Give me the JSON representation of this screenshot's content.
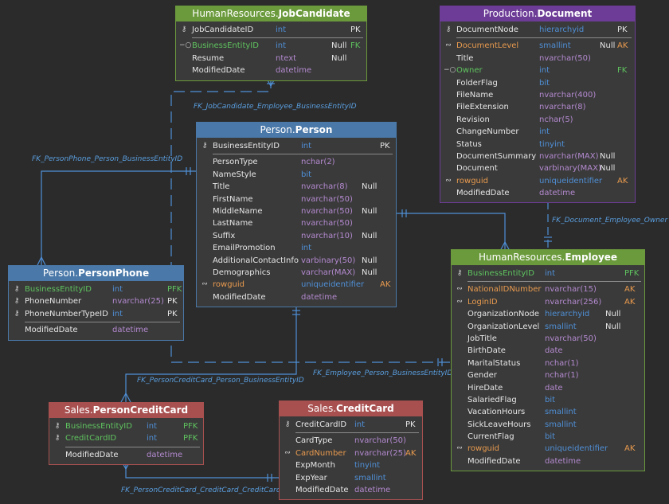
{
  "colors": {
    "hr_header": "#6b9a3c",
    "person_header": "#4a78a8",
    "production_header": "#6c3c96",
    "sales_header": "#a85050",
    "relationship_line": "#4f8fd6",
    "pk_text": "#e6e6e6",
    "fk_text": "#5fc35f",
    "ak_text": "#e89a4e"
  },
  "tables": [
    {
      "id": "jobcandidate",
      "schema": "HumanResources.",
      "name": "JobCandidate",
      "color": "#6b9a3c",
      "pk": [
        {
          "name": "JobCandidateID",
          "type": "int",
          "null": "",
          "key": "PK",
          "kind": "pk"
        }
      ],
      "cols": [
        {
          "name": "BusinessEntityID",
          "type": "int",
          "null": "Null",
          "key": "FK",
          "kind": "fk"
        },
        {
          "name": "Resume",
          "type": "ntext",
          "null": "Null",
          "key": "",
          "kind": ""
        },
        {
          "name": "ModifiedDate",
          "type": "datetime",
          "null": "",
          "key": "",
          "kind": ""
        }
      ]
    },
    {
      "id": "document",
      "schema": "Production.",
      "name": "Document",
      "color": "#6c3c96",
      "pk": [
        {
          "name": "DocumentNode",
          "type": "hierarchyid",
          "null": "",
          "key": "PK",
          "kind": "pk"
        }
      ],
      "cols": [
        {
          "name": "DocumentLevel",
          "type": "smallint",
          "null": "Null",
          "key": "AK",
          "kind": "ak"
        },
        {
          "name": "Title",
          "type": "nvarchar(50)",
          "null": "",
          "key": "",
          "kind": ""
        },
        {
          "name": "Owner",
          "type": "int",
          "null": "",
          "key": "FK",
          "kind": "fk"
        },
        {
          "name": "FolderFlag",
          "type": "bit",
          "null": "",
          "key": "",
          "kind": ""
        },
        {
          "name": "FileName",
          "type": "nvarchar(400)",
          "null": "",
          "key": "",
          "kind": ""
        },
        {
          "name": "FileExtension",
          "type": "nvarchar(8)",
          "null": "",
          "key": "",
          "kind": ""
        },
        {
          "name": "Revision",
          "type": "nchar(5)",
          "null": "",
          "key": "",
          "kind": ""
        },
        {
          "name": "ChangeNumber",
          "type": "int",
          "null": "",
          "key": "",
          "kind": ""
        },
        {
          "name": "Status",
          "type": "tinyint",
          "null": "",
          "key": "",
          "kind": ""
        },
        {
          "name": "DocumentSummary",
          "type": "nvarchar(MAX)",
          "null": "Null",
          "key": "",
          "kind": ""
        },
        {
          "name": "Document",
          "type": "varbinary(MAX)",
          "null": "Null",
          "key": "",
          "kind": ""
        },
        {
          "name": "rowguid",
          "type": "uniqueidentifier",
          "null": "",
          "key": "AK",
          "kind": "ak"
        },
        {
          "name": "ModifiedDate",
          "type": "datetime",
          "null": "",
          "key": "",
          "kind": ""
        }
      ]
    },
    {
      "id": "person",
      "schema": "Person.",
      "name": "Person",
      "color": "#4a78a8",
      "pk": [
        {
          "name": "BusinessEntityID",
          "type": "int",
          "null": "",
          "key": "PK",
          "kind": "pk"
        }
      ],
      "cols": [
        {
          "name": "PersonType",
          "type": "nchar(2)",
          "null": "",
          "key": "",
          "kind": ""
        },
        {
          "name": "NameStyle",
          "type": "bit",
          "null": "",
          "key": "",
          "kind": ""
        },
        {
          "name": "Title",
          "type": "nvarchar(8)",
          "null": "Null",
          "key": "",
          "kind": ""
        },
        {
          "name": "FirstName",
          "type": "nvarchar(50)",
          "null": "",
          "key": "",
          "kind": ""
        },
        {
          "name": "MiddleName",
          "type": "nvarchar(50)",
          "null": "Null",
          "key": "",
          "kind": ""
        },
        {
          "name": "LastName",
          "type": "nvarchar(50)",
          "null": "",
          "key": "",
          "kind": ""
        },
        {
          "name": "Suffix",
          "type": "nvarchar(10)",
          "null": "Null",
          "key": "",
          "kind": ""
        },
        {
          "name": "EmailPromotion",
          "type": "int",
          "null": "",
          "key": "",
          "kind": ""
        },
        {
          "name": "AdditionalContactInfo",
          "type": "varbinary(50)",
          "null": "Null",
          "key": "",
          "kind": ""
        },
        {
          "name": "Demographics",
          "type": "varchar(MAX)",
          "null": "Null",
          "key": "",
          "kind": ""
        },
        {
          "name": "rowguid",
          "type": "uniqueidentifier",
          "null": "",
          "key": "AK",
          "kind": "ak"
        },
        {
          "name": "ModifiedDate",
          "type": "datetime",
          "null": "",
          "key": "",
          "kind": ""
        }
      ]
    },
    {
      "id": "personphone",
      "schema": "Person.",
      "name": "PersonPhone",
      "color": "#4a78a8",
      "pk": [
        {
          "name": "BusinessEntityID",
          "type": "int",
          "null": "",
          "key": "PFK",
          "kind": "pfk"
        },
        {
          "name": "PhoneNumber",
          "type": "nvarchar(25)",
          "null": "",
          "key": "PK",
          "kind": "pk"
        },
        {
          "name": "PhoneNumberTypeID",
          "type": "int",
          "null": "",
          "key": "PK",
          "kind": "pk"
        }
      ],
      "cols": [
        {
          "name": "ModifiedDate",
          "type": "datetime",
          "null": "",
          "key": "",
          "kind": ""
        }
      ]
    },
    {
      "id": "employee",
      "schema": "HumanResources.",
      "name": "Employee",
      "color": "#6b9a3c",
      "pk": [
        {
          "name": "BusinessEntityID",
          "type": "int",
          "null": "",
          "key": "PFK",
          "kind": "pfk"
        }
      ],
      "cols": [
        {
          "name": "NationalIDNumber",
          "type": "nvarchar(15)",
          "null": "",
          "key": "AK",
          "kind": "ak"
        },
        {
          "name": "LoginID",
          "type": "nvarchar(256)",
          "null": "",
          "key": "AK",
          "kind": "ak"
        },
        {
          "name": "OrganizationNode",
          "type": "hierarchyid",
          "null": "Null",
          "key": "",
          "kind": ""
        },
        {
          "name": "OrganizationLevel",
          "type": "smallint",
          "null": "Null",
          "key": "",
          "kind": ""
        },
        {
          "name": "JobTitle",
          "type": "nvarchar(50)",
          "null": "",
          "key": "",
          "kind": ""
        },
        {
          "name": "BirthDate",
          "type": "date",
          "null": "",
          "key": "",
          "kind": ""
        },
        {
          "name": "MaritalStatus",
          "type": "nchar(1)",
          "null": "",
          "key": "",
          "kind": ""
        },
        {
          "name": "Gender",
          "type": "nchar(1)",
          "null": "",
          "key": "",
          "kind": ""
        },
        {
          "name": "HireDate",
          "type": "date",
          "null": "",
          "key": "",
          "kind": ""
        },
        {
          "name": "SalariedFlag",
          "type": "bit",
          "null": "",
          "key": "",
          "kind": ""
        },
        {
          "name": "VacationHours",
          "type": "smallint",
          "null": "",
          "key": "",
          "kind": ""
        },
        {
          "name": "SickLeaveHours",
          "type": "smallint",
          "null": "",
          "key": "",
          "kind": ""
        },
        {
          "name": "CurrentFlag",
          "type": "bit",
          "null": "",
          "key": "",
          "kind": ""
        },
        {
          "name": "rowguid",
          "type": "uniqueidentifier",
          "null": "",
          "key": "AK",
          "kind": "ak"
        },
        {
          "name": "ModifiedDate",
          "type": "datetime",
          "null": "",
          "key": "",
          "kind": ""
        }
      ]
    },
    {
      "id": "personcreditcard",
      "schema": "Sales.",
      "name": "PersonCreditCard",
      "color": "#a85050",
      "pk": [
        {
          "name": "BusinessEntityID",
          "type": "int",
          "null": "",
          "key": "PFK",
          "kind": "pfk"
        },
        {
          "name": "CreditCardID",
          "type": "int",
          "null": "",
          "key": "PFK",
          "kind": "pfk"
        }
      ],
      "cols": [
        {
          "name": "ModifiedDate",
          "type": "datetime",
          "null": "",
          "key": "",
          "kind": ""
        }
      ]
    },
    {
      "id": "creditcard",
      "schema": "Sales.",
      "name": "CreditCard",
      "color": "#a85050",
      "pk": [
        {
          "name": "CreditCardID",
          "type": "int",
          "null": "",
          "key": "PK",
          "kind": "pk"
        }
      ],
      "cols": [
        {
          "name": "CardType",
          "type": "nvarchar(50)",
          "null": "",
          "key": "",
          "kind": ""
        },
        {
          "name": "CardNumber",
          "type": "nvarchar(25)",
          "null": "",
          "key": "AK",
          "kind": "ak"
        },
        {
          "name": "ExpMonth",
          "type": "tinyint",
          "null": "",
          "key": "",
          "kind": ""
        },
        {
          "name": "ExpYear",
          "type": "smallint",
          "null": "",
          "key": "",
          "kind": ""
        },
        {
          "name": "ModifiedDate",
          "type": "datetime",
          "null": "",
          "key": "",
          "kind": ""
        }
      ]
    }
  ],
  "relationships": [
    {
      "id": "rel-jobcandidate-employee",
      "label": "FK_JobCandidate_Employee_BusinessEntityID"
    },
    {
      "id": "rel-personphone-person",
      "label": "FK_PersonPhone_Person_BusinessEntityID"
    },
    {
      "id": "rel-document-employee",
      "label": "FK_Document_Employee_Owner"
    },
    {
      "id": "rel-personcreditcard-person",
      "label": "FK_PersonCreditCard_Person_BusinessEntityID"
    },
    {
      "id": "rel-employee-person",
      "label": "FK_Employee_Person_BusinessEntityID"
    },
    {
      "id": "rel-personcreditcard-creditcard",
      "label": "FK_PersonCreditCard_CreditCard_CreditCardID"
    }
  ]
}
